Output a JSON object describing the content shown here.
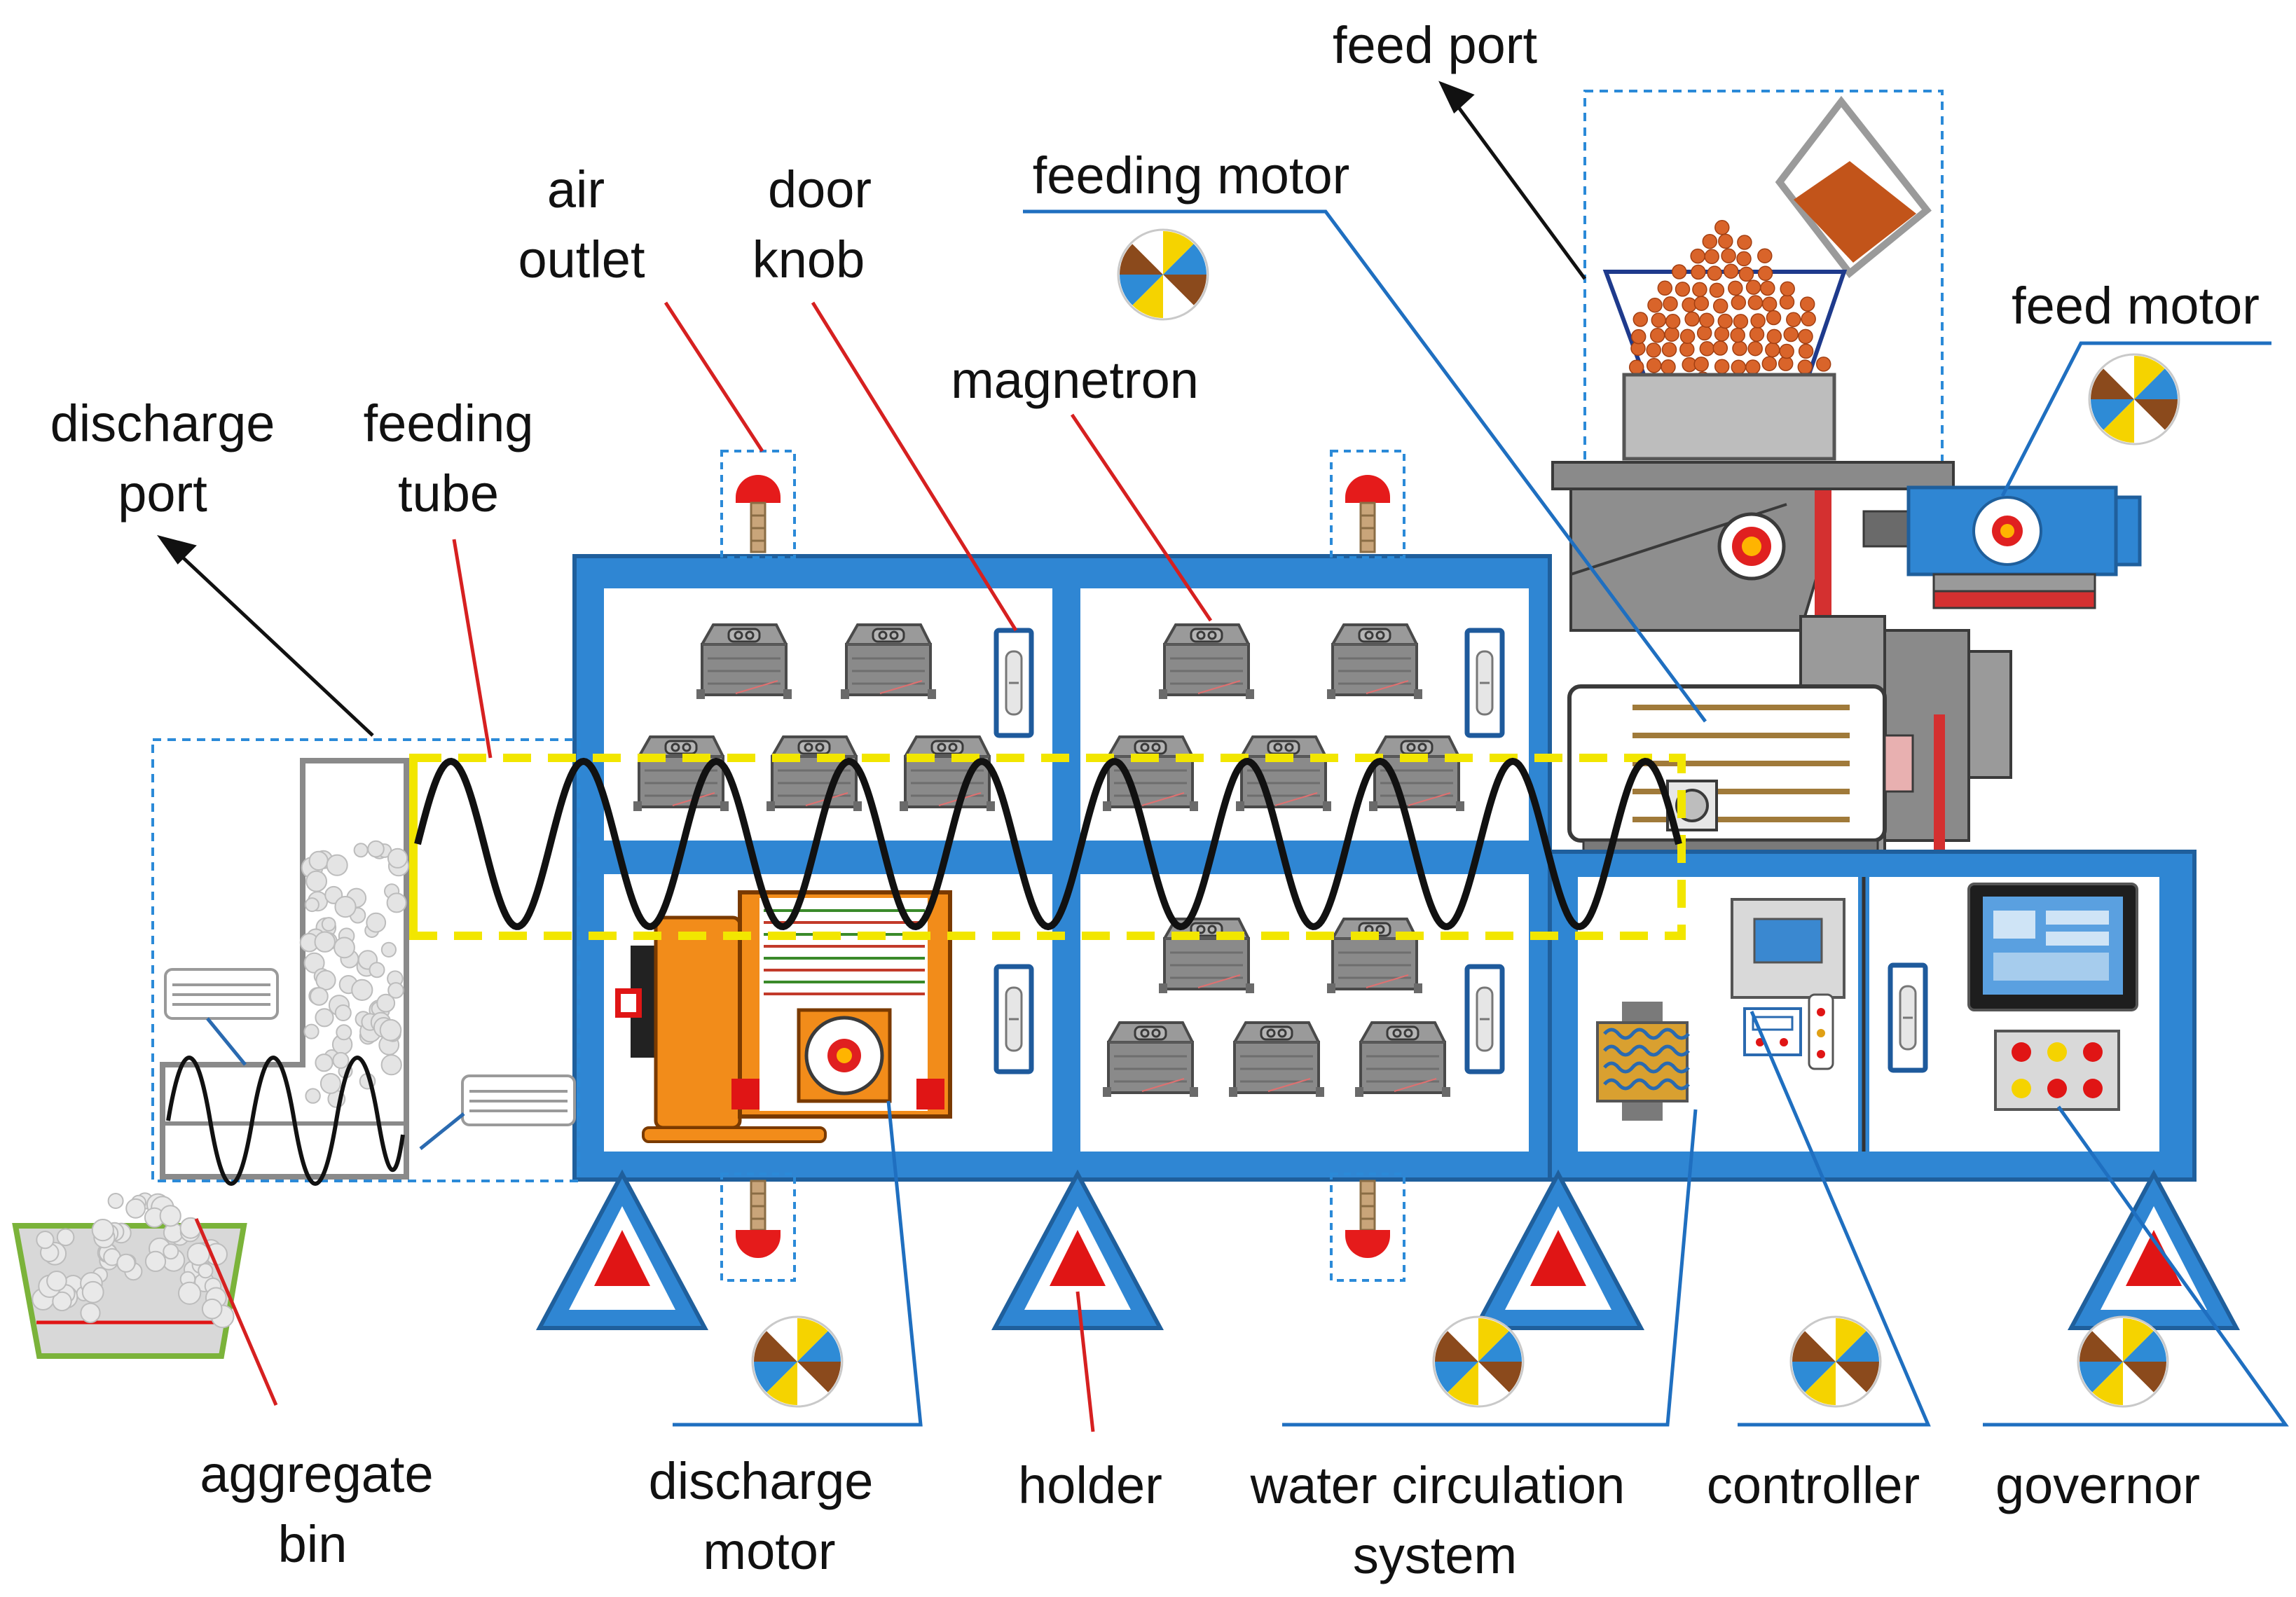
{
  "labels": {
    "feed_port": "feed port",
    "feeding_motor": "feeding motor",
    "air_outlet_1": "air",
    "air_outlet_2": "outlet",
    "door_knob_1": "door",
    "door_knob_2": "knob",
    "magnetron": "magnetron",
    "feed_motor": "feed motor",
    "discharge_port_1": "discharge",
    "discharge_port_2": "port",
    "feeding_tube_1": "feeding",
    "feeding_tube_2": "tube",
    "aggregate_bin_1": "aggregate",
    "aggregate_bin_2": "bin",
    "discharge_motor_1": "discharge",
    "discharge_motor_2": "motor",
    "holder": "holder",
    "water_circulation_1": "water circulation",
    "water_circulation_2": "system",
    "controller": "controller",
    "governor": "governor"
  },
  "colors": {
    "frame_blue": "#2f86d3",
    "frame_stroke": "#1f5f9c",
    "leader_red": "#d62020",
    "leader_blue": "#1f6fc0",
    "dashed_blue": "#2b8ad8",
    "tube_yellow": "#f2e600",
    "motor_orange": "#f28c1a",
    "pellet_orange": "#d9642a",
    "magnetron_gray": "#8c8c8c",
    "bin_green": "#7bb33a"
  },
  "icons": [
    "magnetron-icon",
    "fan-icon",
    "screw-conveyor-icon",
    "motor-icon",
    "hopper-icon",
    "door-knob-icon",
    "air-outlet-icon",
    "holder-icon",
    "touch-screen-icon",
    "button-panel-icon",
    "heat-exchanger-icon"
  ]
}
